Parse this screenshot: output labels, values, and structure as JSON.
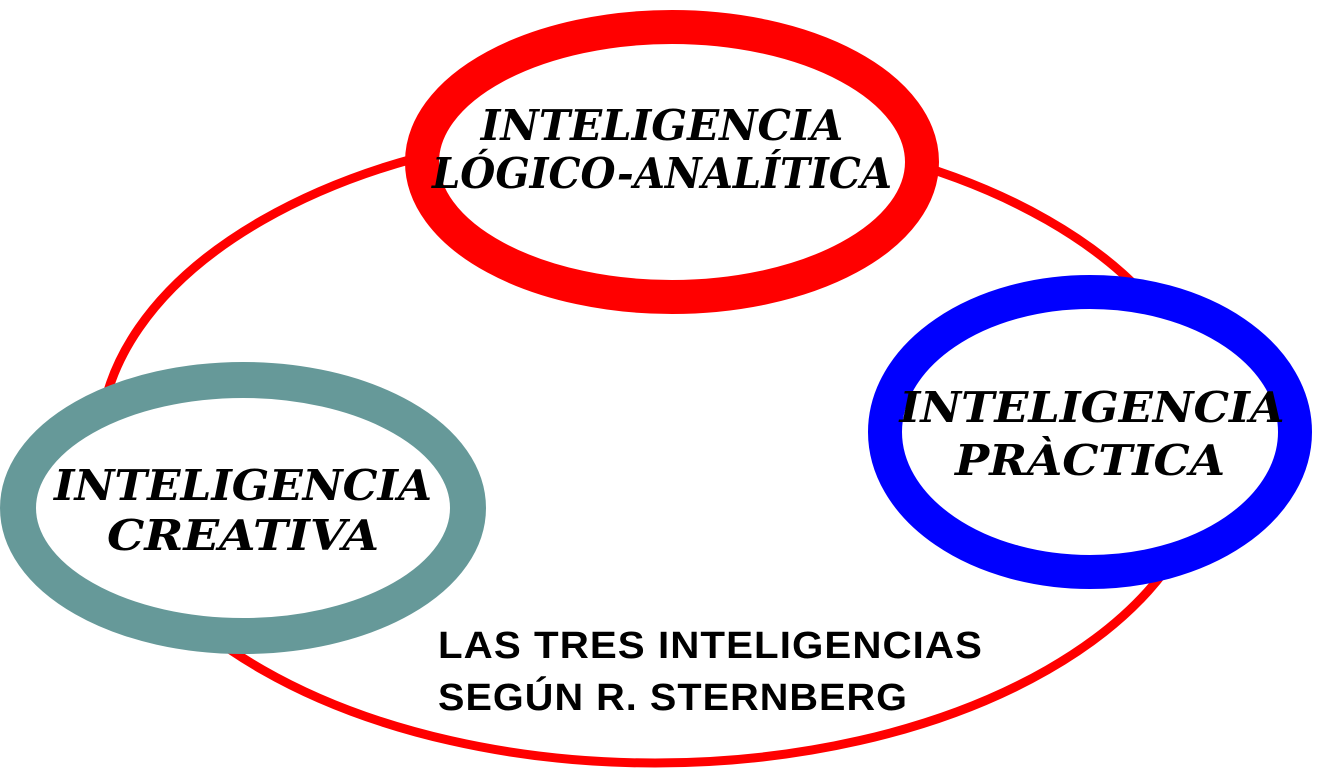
{
  "diagram": {
    "colors": {
      "outer_ring": "#ff0000",
      "logico": "#ff0000",
      "practica": "#0000ff",
      "creativa": "#669999"
    },
    "nodes": {
      "logico": {
        "line1": "INTELIGENCIA",
        "line2": "LÓGICO-ANALÍTICA"
      },
      "practica": {
        "line1": "INTELIGENCIA",
        "line2": "PRÀCTICA"
      },
      "creativa": {
        "line1": "INTELIGENCIA",
        "line2": "CREATIVA"
      }
    },
    "title": {
      "line1": "LAS  TRES  INTELIGENCIAS",
      "line2": "SEGÚN  R. STERNBERG"
    }
  }
}
